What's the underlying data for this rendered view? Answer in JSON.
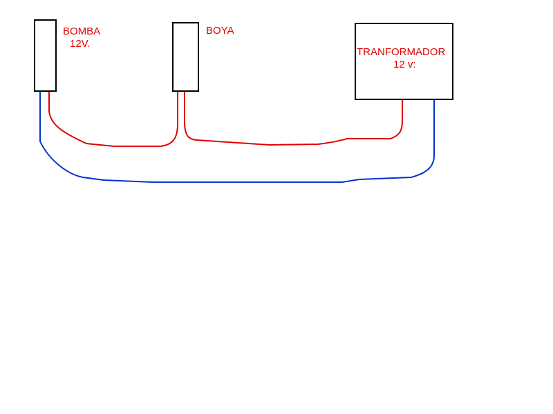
{
  "colors": {
    "label": "#e00000",
    "red_wire": "#e00000",
    "blue_wire": "#0033cc",
    "box_border": "#000000",
    "background": "#ffffff"
  },
  "components": {
    "bomba": {
      "name": "BOMBA",
      "voltage": "12V."
    },
    "boya": {
      "name": "BOYA"
    },
    "transformador": {
      "name": "TRANFORMADOR",
      "voltage": "12 v:"
    }
  }
}
